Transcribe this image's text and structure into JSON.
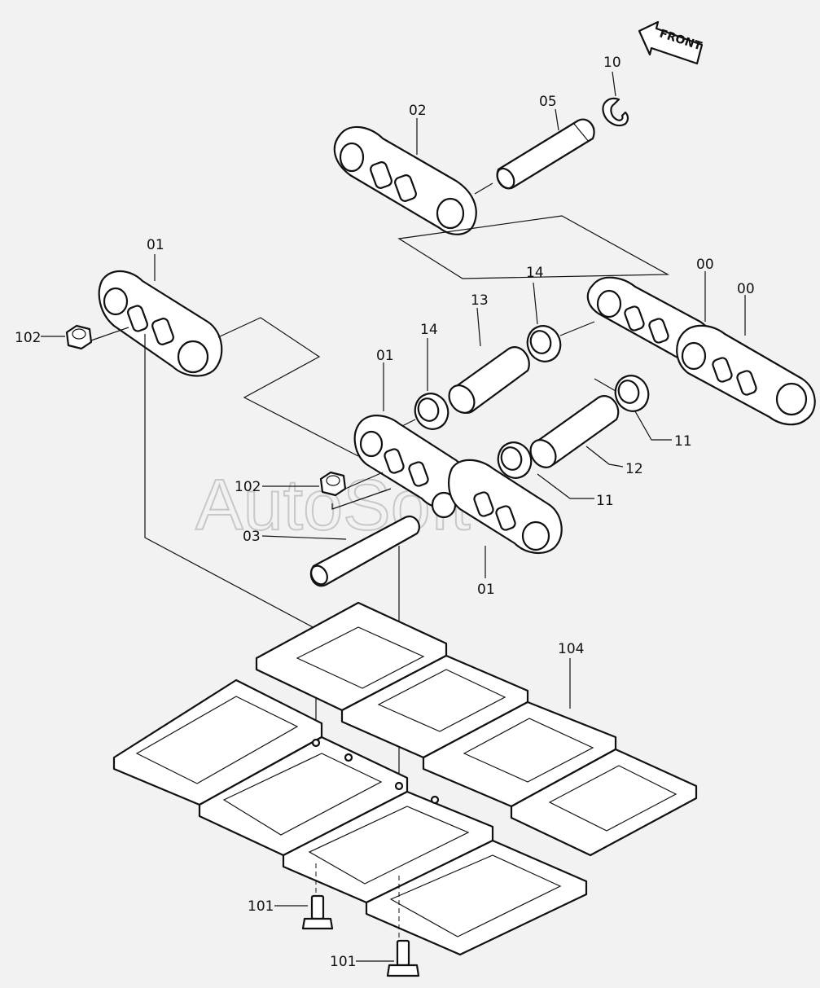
{
  "watermark": "AutoSoft",
  "front_label": "FRONT",
  "labels": {
    "l_10": "10",
    "l_05": "05",
    "l_02": "02",
    "l_01_top": "01",
    "l_102_top": "102",
    "l_14_right": "14",
    "l_13": "13",
    "l_14_left": "14",
    "l_00_a": "00",
    "l_00_b": "00",
    "l_01_mid": "01",
    "l_11_right": "11",
    "l_12": "12",
    "l_102_mid": "102",
    "l_11_mid": "11",
    "l_03": "03",
    "l_01_bottom": "01",
    "l_104": "104",
    "l_101_a": "101",
    "l_101_b": "101"
  }
}
